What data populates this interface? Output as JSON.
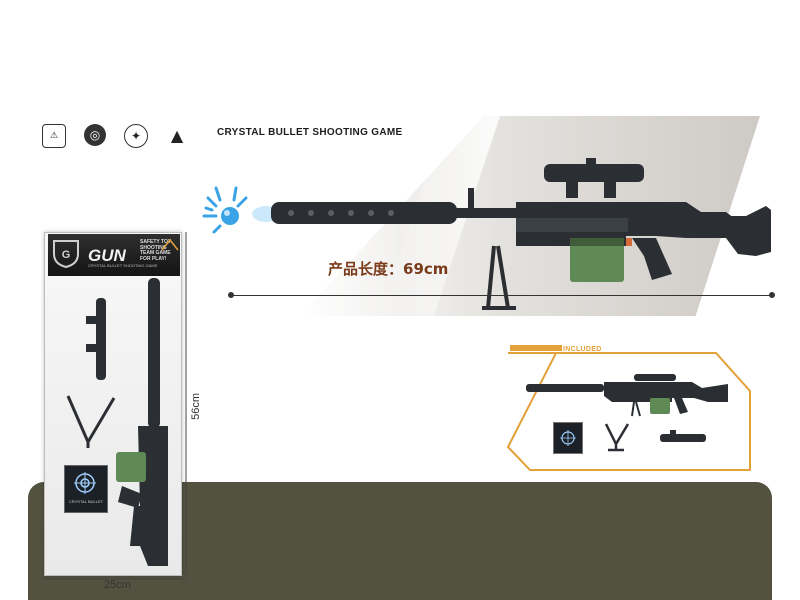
{
  "header": {
    "title": "CRYSTAL BULLET SHOOTING GAME",
    "icons": [
      "age-warning-icon",
      "target-icon",
      "crystal-icon",
      "caution-icon"
    ]
  },
  "product": {
    "length_label": "产品长度：69cm"
  },
  "package": {
    "brand": "GUN",
    "subtitle": "CRYSTAL BULLET SHOOTING GAME",
    "side_text": "SAFETY TOY SHOOTING TEAM GAME FOR PLAY!",
    "ammo_label": "CRYSTAL BULLET",
    "width_label": "25cm",
    "height_label": "56cm"
  },
  "included": {
    "label": "INCLUDED"
  },
  "colors": {
    "floor": "#535241",
    "gun_body": "#2b2e33",
    "magazine": "#5f8a55",
    "included_frame": "#e3a13a",
    "crystal": "#3aa3e6"
  }
}
